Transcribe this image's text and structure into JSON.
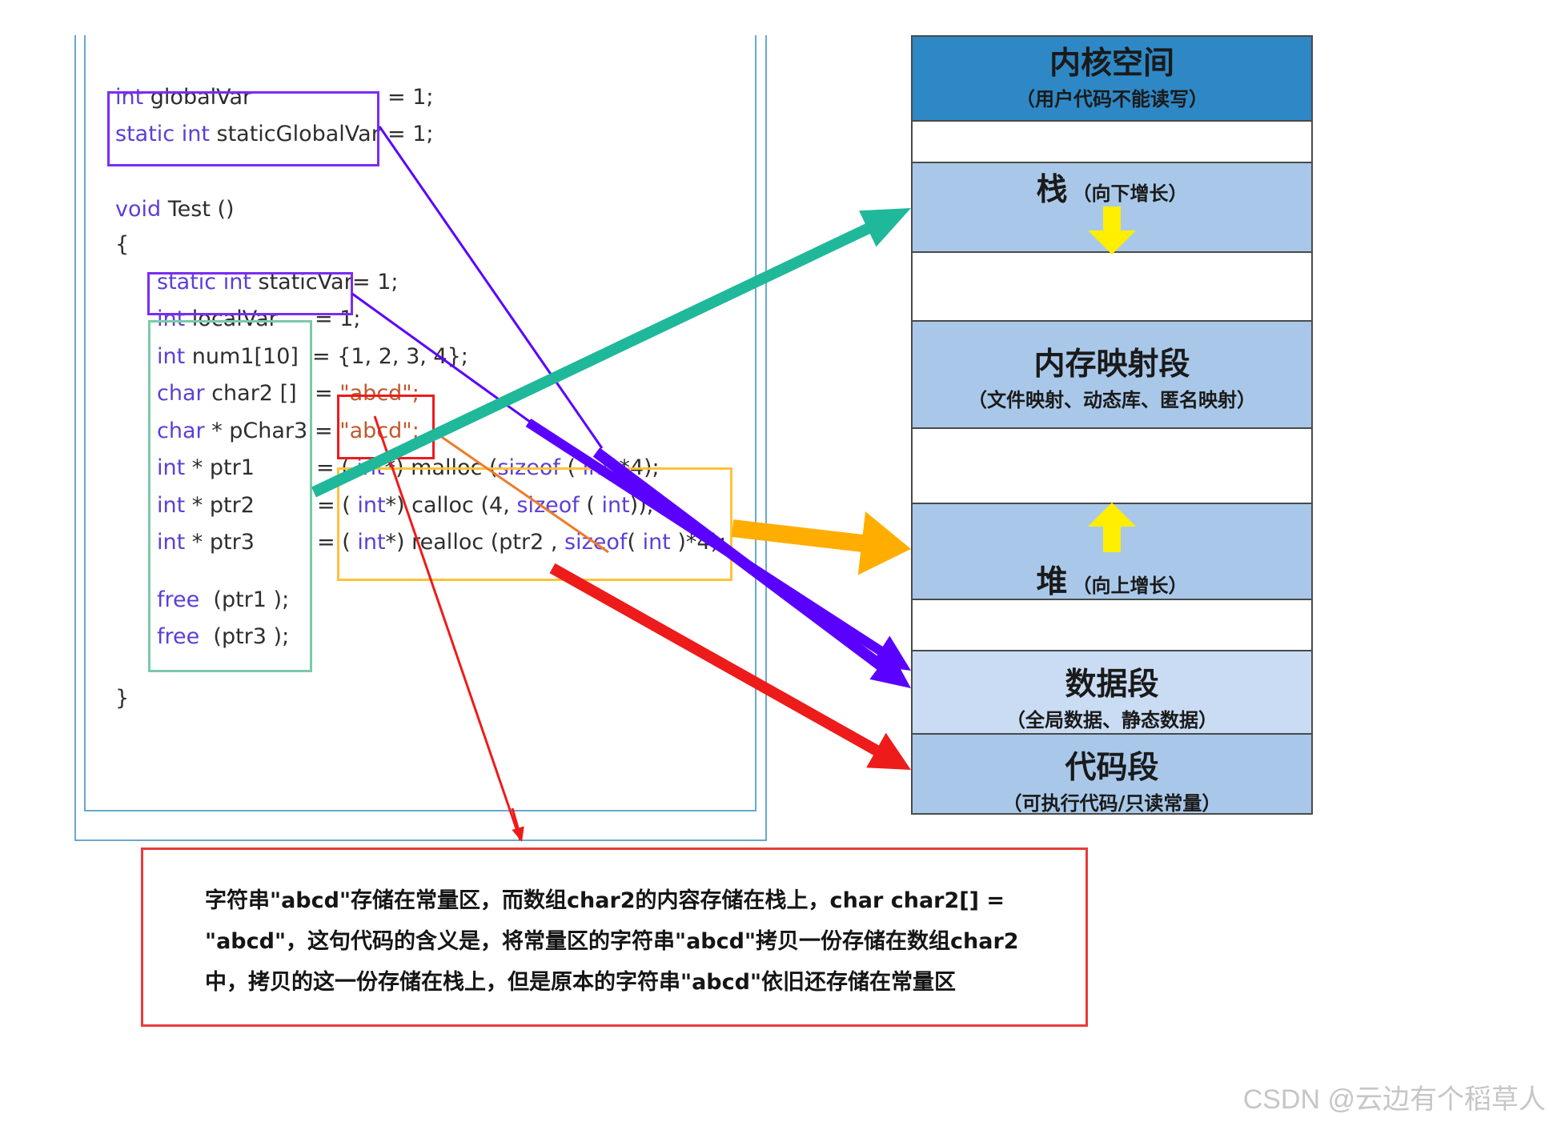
{
  "code": {
    "lines": [
      {
        "id": "g1",
        "parts": [
          [
            "kw",
            "int"
          ],
          [
            "",
            "globalVar"
          ]
        ],
        "rhs": [
          [
            "",
            "= 1;"
          ]
        ]
      },
      {
        "id": "g2",
        "parts": [
          [
            "kw",
            "static int"
          ],
          [
            "",
            "staticGlobalVar"
          ]
        ],
        "rhs": [
          [
            "",
            "= 1;"
          ]
        ]
      },
      {
        "id": "g3",
        "parts": [
          [
            "kw",
            "void"
          ],
          [
            "",
            "Test ()"
          ]
        ],
        "rhs": []
      },
      {
        "id": "g4",
        "parts": [
          [
            "",
            "{"
          ]
        ],
        "rhs": []
      },
      {
        "id": "l1",
        "parts": [
          [
            "kw",
            "static int"
          ],
          [
            "",
            "staticVar"
          ]
        ],
        "rhs": [
          [
            "",
            "= 1;"
          ]
        ]
      },
      {
        "id": "l2",
        "parts": [
          [
            "kw",
            "int"
          ],
          [
            "",
            "localVar"
          ]
        ],
        "rhs": [
          [
            "",
            "= 1;"
          ]
        ]
      },
      {
        "id": "l3",
        "parts": [
          [
            "kw",
            "int"
          ],
          [
            "",
            "num1[10]"
          ]
        ],
        "rhs": [
          [
            "",
            "= {1, 2, 3, 4};"
          ]
        ]
      },
      {
        "id": "l4",
        "parts": [
          [
            "kw",
            "char"
          ],
          [
            "",
            "char2 []"
          ]
        ],
        "rhs": [
          [
            "",
            "= "
          ],
          [
            "str",
            "\"abcd\";"
          ]
        ]
      },
      {
        "id": "l5",
        "parts": [
          [
            "kw",
            "char"
          ],
          [
            "",
            "* pChar3"
          ]
        ],
        "rhs": [
          [
            "",
            "= "
          ],
          [
            "str",
            "\"abcd\";"
          ]
        ]
      },
      {
        "id": "l6",
        "parts": [
          [
            "kw",
            "int"
          ],
          [
            "",
            "* ptr1"
          ]
        ],
        "rhs": [
          [
            "",
            "= ( "
          ],
          [
            "kw",
            "int"
          ],
          [
            "",
            "*) malloc ("
          ],
          [
            "kw",
            "sizeof"
          ],
          [
            "",
            " ( "
          ],
          [
            "kw",
            "int"
          ],
          [
            "",
            ")*4);"
          ]
        ]
      },
      {
        "id": "l7",
        "parts": [
          [
            "kw",
            "int"
          ],
          [
            "",
            "* ptr2"
          ]
        ],
        "rhs": [
          [
            "",
            "= ( "
          ],
          [
            "kw",
            "int"
          ],
          [
            "",
            "*) calloc (4, "
          ],
          [
            "kw",
            "sizeof"
          ],
          [
            "",
            " ( "
          ],
          [
            "kw",
            "int"
          ],
          [
            "",
            "));"
          ]
        ]
      },
      {
        "id": "l8",
        "parts": [
          [
            "kw",
            "int"
          ],
          [
            "",
            "* ptr3"
          ]
        ],
        "rhs": [
          [
            "",
            "= ( "
          ],
          [
            "kw",
            "int"
          ],
          [
            "",
            "*) realloc (ptr2 , "
          ],
          [
            "kw",
            "sizeof"
          ],
          [
            "",
            "( "
          ],
          [
            "kw",
            "int"
          ],
          [
            "",
            " )*4);"
          ]
        ]
      },
      {
        "id": "l9",
        "parts": [
          [
            "kw",
            "free"
          ],
          [
            "",
            " (ptr1 );"
          ]
        ],
        "rhs": []
      },
      {
        "id": "l10",
        "parts": [
          [
            "kw",
            "free"
          ],
          [
            "",
            " (ptr3 );"
          ]
        ],
        "rhs": []
      },
      {
        "id": "l11",
        "parts": [
          [
            "",
            "}"
          ]
        ],
        "rhs": []
      }
    ]
  },
  "memory": {
    "segments": [
      {
        "key": "kernel",
        "title": "内核空间",
        "sub": "（用户代码不能读写）",
        "color": "#2e88c5"
      },
      {
        "key": "gap1",
        "title": "",
        "sub": "",
        "color": "#ffffff"
      },
      {
        "key": "stack",
        "title": "栈",
        "sub": "（向下增长）",
        "color": "#a9c8e9"
      },
      {
        "key": "gap2",
        "title": "",
        "sub": "",
        "color": "#ffffff"
      },
      {
        "key": "mmap",
        "title": "内存映射段",
        "sub": "（文件映射、动态库、匿名映射）",
        "color": "#a9c8e9"
      },
      {
        "key": "gap3",
        "title": "",
        "sub": "",
        "color": "#ffffff"
      },
      {
        "key": "heap",
        "title": "堆",
        "sub": "（向上增长）",
        "color": "#a9c8e9"
      },
      {
        "key": "gap4",
        "title": "",
        "sub": "",
        "color": "#ffffff"
      },
      {
        "key": "data",
        "title": "数据段",
        "sub": "（全局数据、静态数据）",
        "color": "#c9dcf3"
      },
      {
        "key": "code",
        "title": "代码段",
        "sub": "（可执行代码/只读常量）",
        "color": "#a9c8e9"
      }
    ]
  },
  "note": {
    "text": "字符串\"abcd\"存储在常量区，而数组char2的内容存储在栈上，char char2[] = \"abcd\"，这句代码的含义是，将常量区的字符串\"abcd\"拷贝一份存储在数组char2中，拷贝的这一份存储在栈上，但是原本的字符串\"abcd\"依旧还存储在常量区"
  },
  "watermark": "CSDN @云边有个稻草人",
  "colors": {
    "purple": "#7b2cf2",
    "blueViolet": "#5a00ff",
    "teal": "#1fb89a",
    "orange": "#ffae00",
    "red": "#ee1b1b",
    "yellow": "#ffee00"
  }
}
